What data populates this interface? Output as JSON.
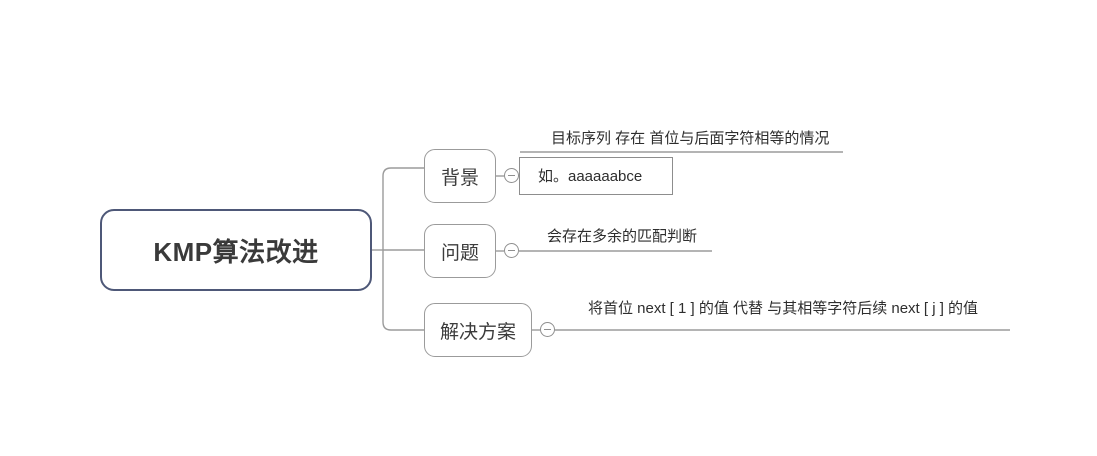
{
  "document": {
    "type": "mindmap",
    "title": "KMP算法改进"
  },
  "root": {
    "label": "KMP算法改进",
    "border_color": "#4e5878",
    "text_color": "#3a3a3a"
  },
  "branches": [
    {
      "id": "background",
      "label": "背景",
      "collapse_icon": "minus-circle-icon",
      "children": [
        {
          "id": "bg-child-1",
          "text": "目标序列 存在 首位与后面字符相等的情况",
          "style": "underlined"
        },
        {
          "id": "bg-child-2",
          "text": "如。aaaaaabce",
          "style": "boxed"
        }
      ]
    },
    {
      "id": "problem",
      "label": "问题",
      "collapse_icon": "minus-circle-icon",
      "children": [
        {
          "id": "problem-child-1",
          "text": "会存在多余的匹配判断",
          "style": "underlined"
        }
      ]
    },
    {
      "id": "solution",
      "label": "解决方案",
      "collapse_icon": "minus-circle-icon",
      "children": [
        {
          "id": "solution-child-1",
          "text": "将首位 next [ 1 ] 的值 代替 与其相等字符后续 next [ j ] 的值",
          "style": "underlined"
        }
      ]
    }
  ],
  "theme": {
    "background": "#ffffff",
    "branch_border": "#9b9b9b",
    "connector": "#9b9b9b",
    "underline": "#9b9b9b",
    "leaf_text": "#2e2e2e"
  }
}
